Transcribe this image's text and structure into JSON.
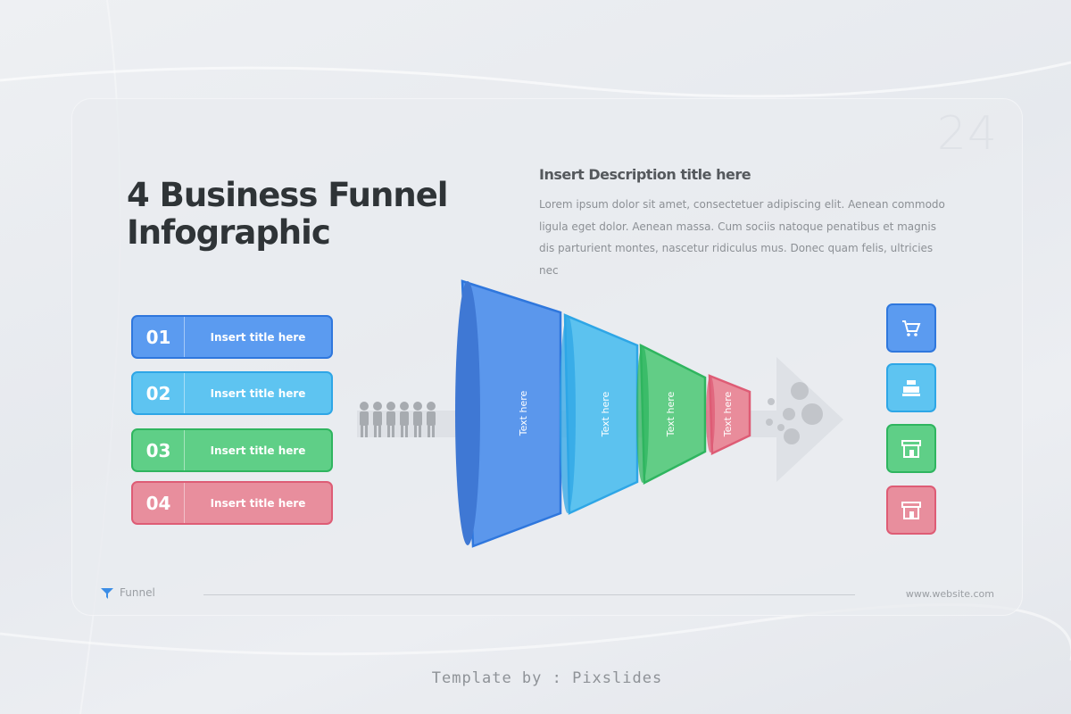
{
  "slide": {
    "page_number": "24",
    "title": "4 Business Funnel\nInfographic",
    "description_title": "Insert Description title here",
    "description_body": "Lorem ipsum dolor sit amet, consectetuer adipiscing elit. Aenean commodo ligula eget dolor. Aenean massa. Cum sociis natoque penatibus et magnis dis parturient montes, nascetur ridiculus mus. Donec quam felis, ultricies nec"
  },
  "steps": [
    {
      "number": "01",
      "label": "Insert title here",
      "color": "#5b9bf0",
      "border": "#2f77dd"
    },
    {
      "number": "02",
      "label": "Insert title here",
      "color": "#5ec4f1",
      "border": "#2ea6e6"
    },
    {
      "number": "03",
      "label": "Insert title here",
      "color": "#5fcf87",
      "border": "#2fb55f"
    },
    {
      "number": "04",
      "label": "Insert title here",
      "color": "#e88e9d",
      "border": "#de5c75"
    }
  ],
  "funnel": [
    {
      "label": "Text here",
      "color": "#5b97ec"
    },
    {
      "label": "Text here",
      "color": "#5cc2ef"
    },
    {
      "label": "Text here",
      "color": "#62cd86"
    },
    {
      "label": "Text here",
      "color": "#e98c9b"
    }
  ],
  "icons": [
    {
      "name": "shopping-cart-icon",
      "color": "#5b9bf0",
      "border": "#2f77dd"
    },
    {
      "name": "cash-register-icon",
      "color": "#5ec4f1",
      "border": "#2ea6e6"
    },
    {
      "name": "store-icon",
      "color": "#5fcf87",
      "border": "#2fb55f"
    },
    {
      "name": "store-icon",
      "color": "#e88e9d",
      "border": "#de5c75"
    }
  ],
  "footer": {
    "label": "Funnel",
    "url": "www.website.com"
  },
  "credit": "Template by : Pixslides"
}
